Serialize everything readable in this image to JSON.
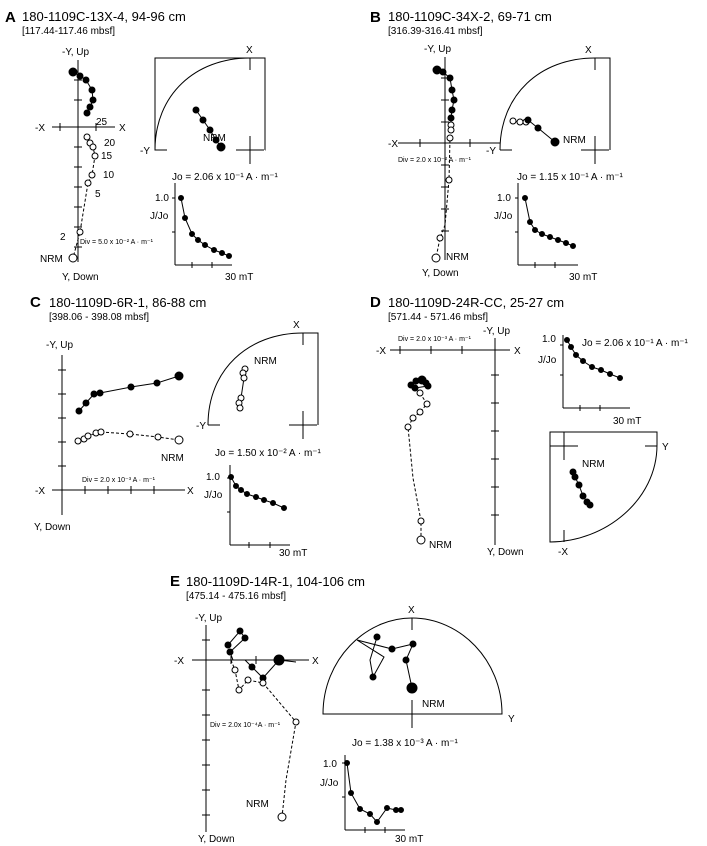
{
  "panels": [
    {
      "letter": "A",
      "sample": "180-1109C-13X-4, 94-96 cm",
      "depth": "[117.44-117.46 mbsf]",
      "zijderveld": {
        "up_label": "-Y, Up",
        "down_label": "Y, Down",
        "neg_x_label": "-X",
        "pos_x_label": "X",
        "div": "Div = 5.0 x 10⁻² A · m⁻¹",
        "nrm": "NRM",
        "step_labels": [
          "25",
          "20",
          "15",
          "10",
          "5",
          "2"
        ]
      },
      "stereonet": {
        "top_label": "X",
        "left_label": "-Y",
        "nrm": "NRM"
      },
      "jo": "Jo = 2.06 x 10⁻¹ A · m⁻¹",
      "decay": {
        "ylabel": "J/Jo",
        "one": "1.0",
        "xlabel": "30 mT"
      }
    },
    {
      "letter": "B",
      "sample": "180-1109C-34X-2, 69-71 cm",
      "depth": "[316.39-316.41 mbsf]",
      "zijderveld": {
        "up_label": "-Y, Up",
        "down_label": "Y, Down",
        "neg_x_label": "-X",
        "pos_x_label": "X",
        "div": "Div = 2.0 x 10⁻² A · m⁻¹",
        "nrm": "NRM"
      },
      "stereonet": {
        "top_label": "X",
        "left_label": "-Y",
        "nrm": "NRM"
      },
      "jo": "Jo = 1.15 x 10⁻¹ A · m⁻¹",
      "decay": {
        "ylabel": "J/Jo",
        "one": "1.0",
        "xlabel": "30 mT"
      }
    },
    {
      "letter": "C",
      "sample": "180-1109D-6R-1, 86-88 cm",
      "depth": "[398.06 - 398.08 mbsf]",
      "zijderveld": {
        "up_label": "-Y, Up",
        "down_label": "Y, Down",
        "neg_x_label": "-X",
        "pos_x_label": "X",
        "div": "Div = 2.0 x 10⁻³ A · m⁻¹",
        "nrm": "NRM"
      },
      "stereonet": {
        "top_label": "X",
        "left_label": "-Y",
        "nrm": "NRM"
      },
      "jo": "Jo = 1.50 x 10⁻² A · m⁻¹",
      "decay": {
        "ylabel": "J/Jo",
        "one": "1.0",
        "xlabel": "30 mT"
      }
    },
    {
      "letter": "D",
      "sample": "180-1109D-24R-CC, 25-27 cm",
      "depth": "[571.44 - 571.46 mbsf]",
      "zijderveld": {
        "up_label": "-Y, Up",
        "down_label": "Y, Down",
        "neg_x_label": "-X",
        "pos_x_label": "X",
        "div": "Div = 2.0 x 10⁻³ A · m⁻¹",
        "nrm": "NRM"
      },
      "stereonet": {
        "right_label": "Y",
        "bottom_label": "-X",
        "nrm": "NRM"
      },
      "jo": "Jo = 2.06 x 10⁻¹ A · m⁻¹",
      "decay": {
        "ylabel": "J/Jo",
        "one": "1.0",
        "xlabel": "30 mT"
      }
    },
    {
      "letter": "E",
      "sample": "180-1109D-14R-1, 104-106 cm",
      "depth": "[475.14 - 475.16 mbsf]",
      "zijderveld": {
        "up_label": "-Y, Up",
        "down_label": "Y, Down",
        "neg_x_label": "-X",
        "pos_x_label": "X",
        "div": "Div = 2.0x 10⁻⁴A · m⁻¹",
        "nrm": "NRM"
      },
      "stereonet": {
        "top_label": "X",
        "right_label": "Y",
        "nrm": "NRM"
      },
      "jo": "Jo = 1.38 x 10⁻³ A · m⁻¹",
      "decay": {
        "ylabel": "J/Jo",
        "one": "1.0",
        "xlabel": "30 mT"
      }
    }
  ]
}
